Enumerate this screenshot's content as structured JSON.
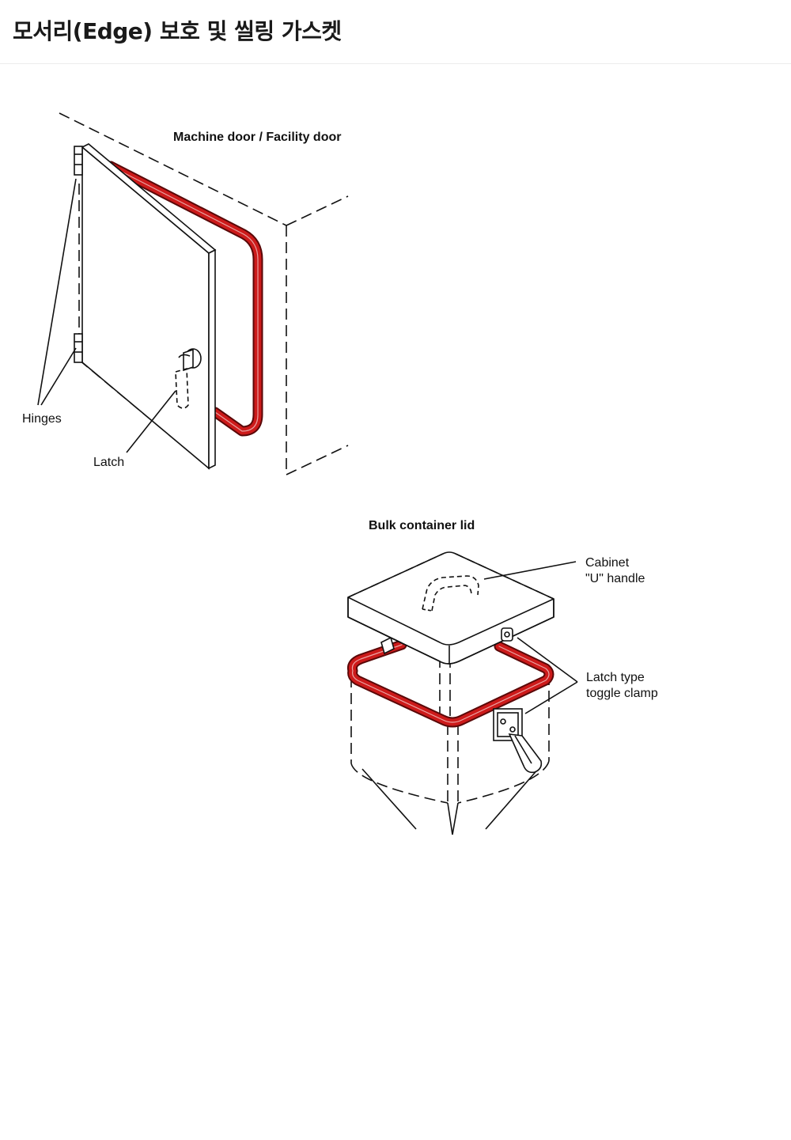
{
  "page": {
    "title": "모서리(Edge) 보호 및 씰링 가스켓"
  },
  "colors": {
    "gasket": "#cc1a1a",
    "gasket_dark": "#6e0a0a",
    "line": "#111111"
  },
  "figures": {
    "door": {
      "caption": "Machine door / Facility door",
      "labels": {
        "hinges": "Hinges",
        "latch": "Latch"
      }
    },
    "container": {
      "caption": "Bulk container lid",
      "labels": {
        "handle_line1": "Cabinet",
        "handle_line2": "\"U\" handle",
        "clamp_line1": "Latch type",
        "clamp_line2": "toggle clamp"
      }
    }
  }
}
